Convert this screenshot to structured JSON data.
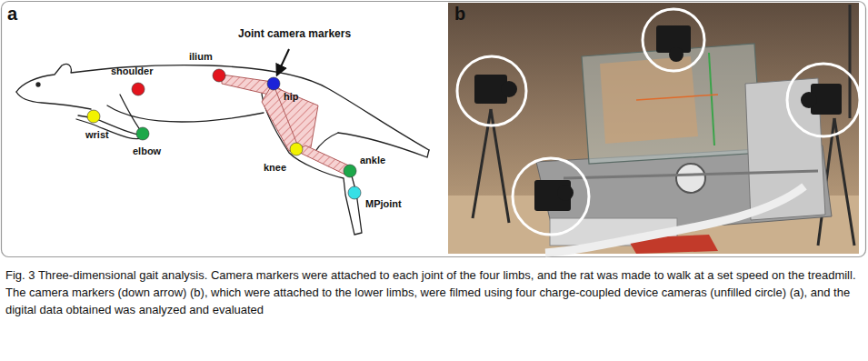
{
  "diagram": {
    "caption": "Fig. 3 Three-dimensional gait analysis. Camera markers were attached to each joint of the four limbs, and the rat was made to walk at a set speed on the treadmill. The camera markers (down arrow) (b), which were attached to the lower limbs, were filmed using four charge-coupled device cameras (unfilled circle) (a), and the digital data obtained was analyzed and evaluated",
    "labels": [
      "a",
      "b",
      "Joint camera markers",
      "shoulder",
      "ilium",
      "hip",
      "wrist",
      "elbow",
      "knee",
      "ankle",
      "MPjoint"
    ]
  }
}
